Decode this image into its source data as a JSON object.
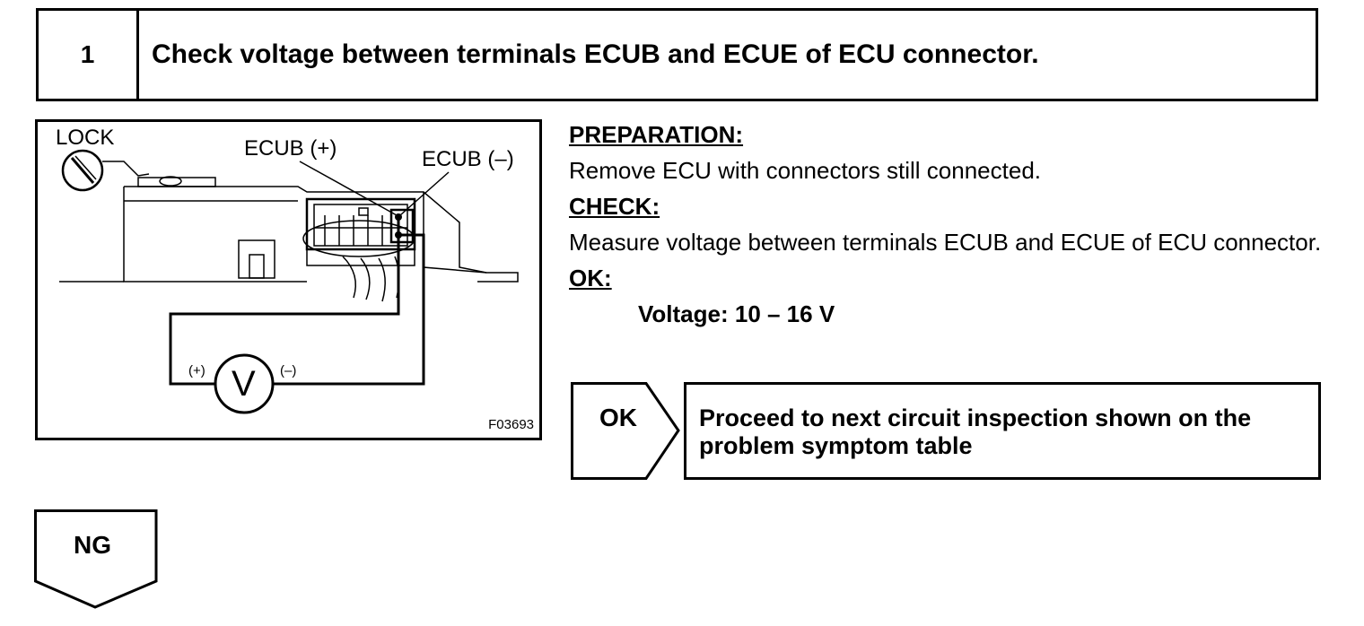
{
  "step": {
    "number": "1",
    "title": "Check voltage between terminals ECUB and ECUE of ECU connector."
  },
  "figure": {
    "labels": {
      "lock": "LOCK",
      "ecub_plus": "ECUB (+)",
      "ecub_minus": "ECUB (–)",
      "plus": "(+)",
      "minus": "(–)",
      "meter": "V"
    },
    "code": "F03693"
  },
  "instructions": {
    "preparation_heading": "PREPARATION:",
    "preparation_text": "Remove ECU with connectors still connected.",
    "check_heading": "CHECK:",
    "check_text": "Measure voltage between terminals ECUB and ECUE of ECU connector.",
    "ok_heading": "OK:",
    "ok_spec": "Voltage: 10 – 16 V"
  },
  "ok_result": {
    "tag": "OK",
    "text": "Proceed to next circuit inspection shown on the problem symptom table"
  },
  "ng_result": {
    "tag": "NG"
  }
}
